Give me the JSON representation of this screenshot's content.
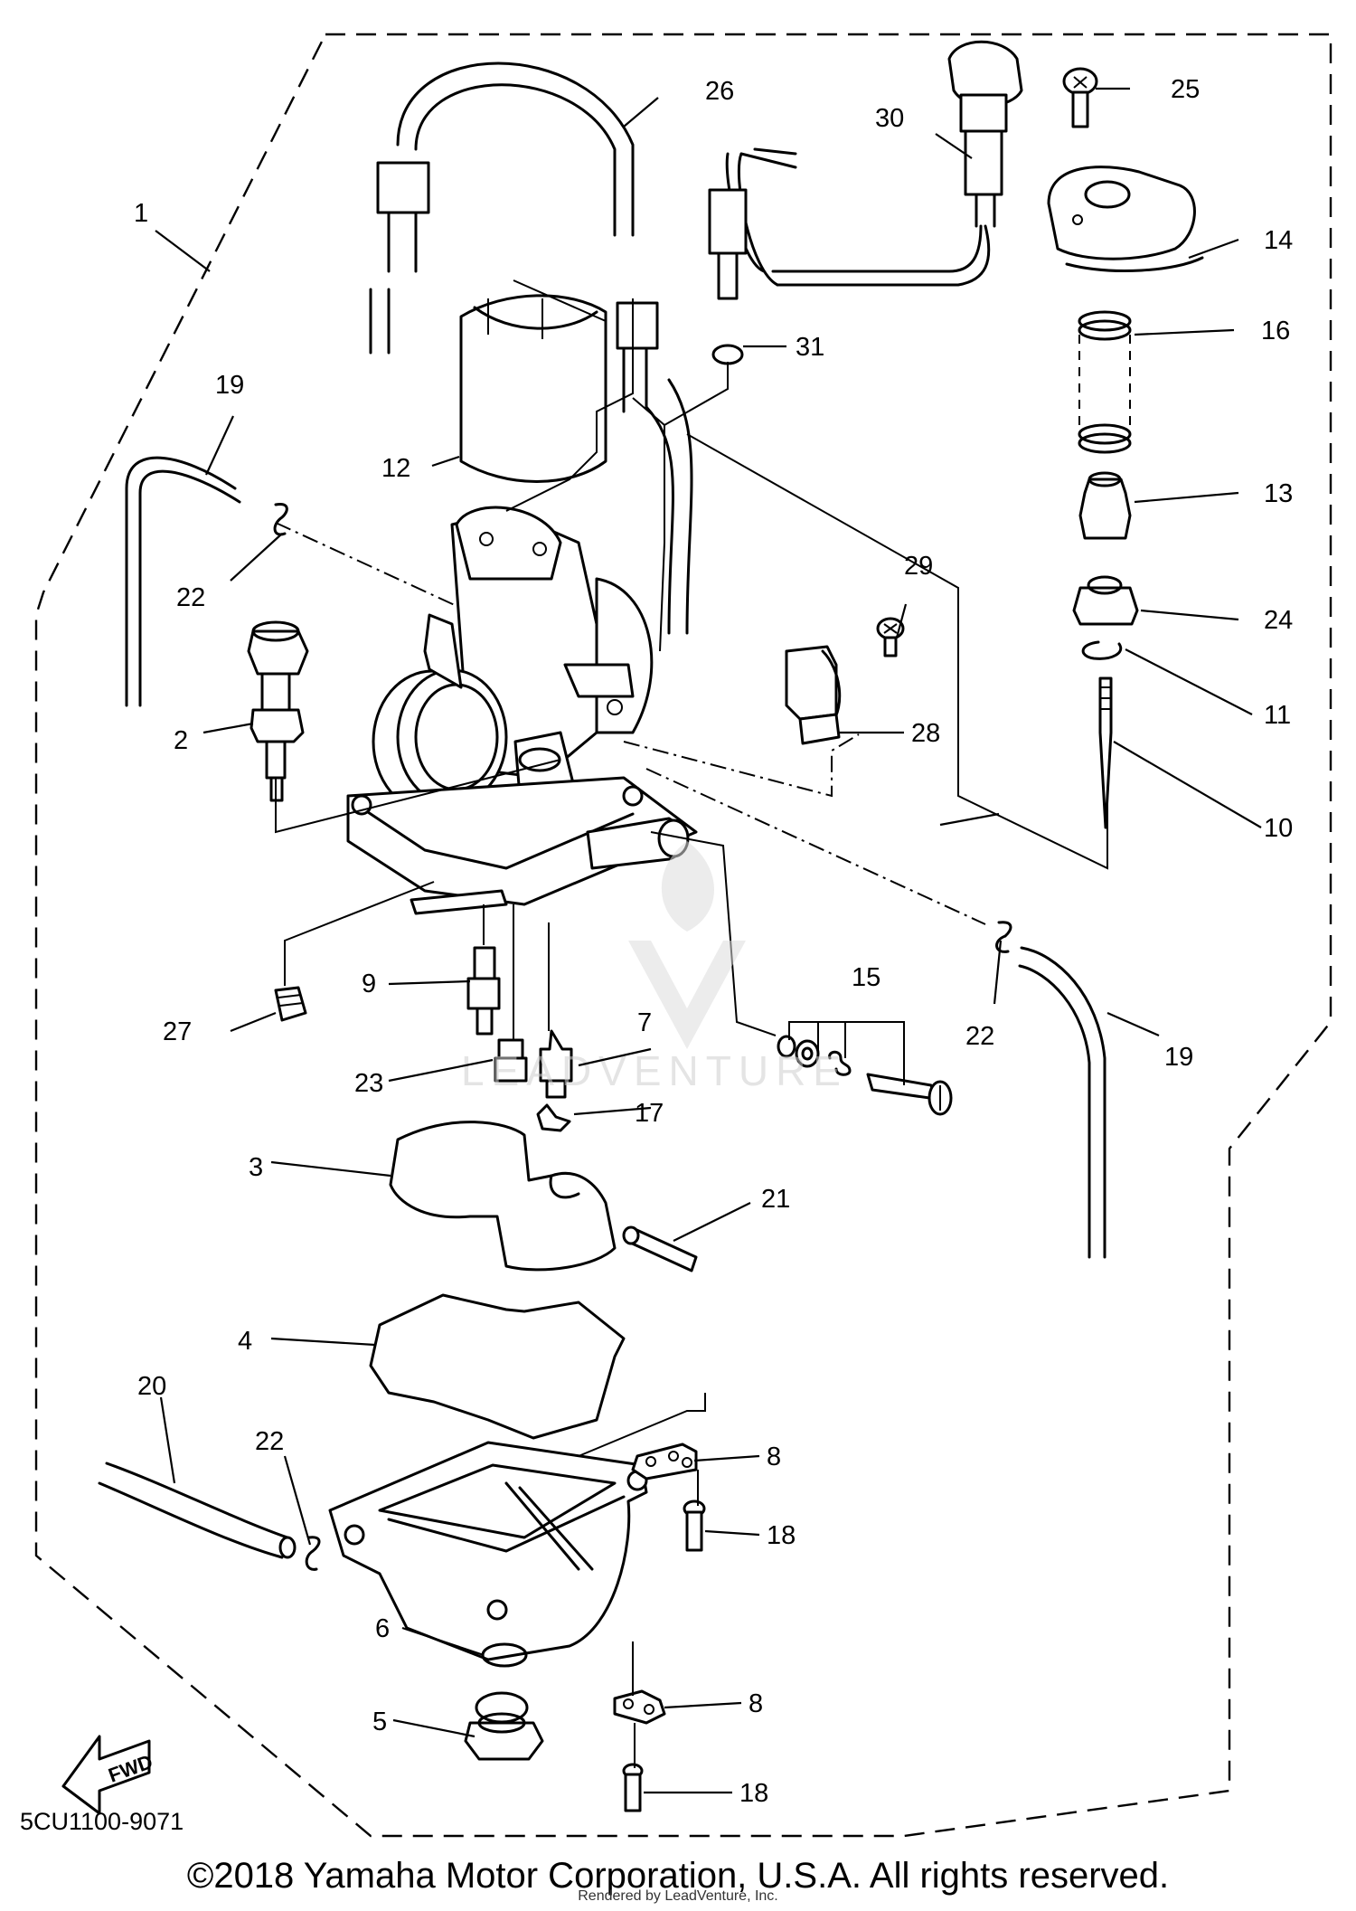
{
  "diagram": {
    "drawing_number": "5CU1100-9071",
    "copyright": "©2018 Yamaha Motor Corporation, U.S.A. All rights reserved.",
    "rendered_by": "Rendered by LeadVenture, Inc.",
    "watermark": "LEADVENTURE",
    "fwd_label": "FWD",
    "callouts": [
      "1",
      "2",
      "3",
      "4",
      "5",
      "6",
      "7",
      "8",
      "8",
      "9",
      "10",
      "11",
      "12",
      "13",
      "14",
      "15",
      "16",
      "17",
      "18",
      "18",
      "19",
      "19",
      "20",
      "21",
      "22",
      "22",
      "22",
      "23",
      "24",
      "25",
      "26",
      "27",
      "28",
      "29",
      "30",
      "31"
    ]
  }
}
